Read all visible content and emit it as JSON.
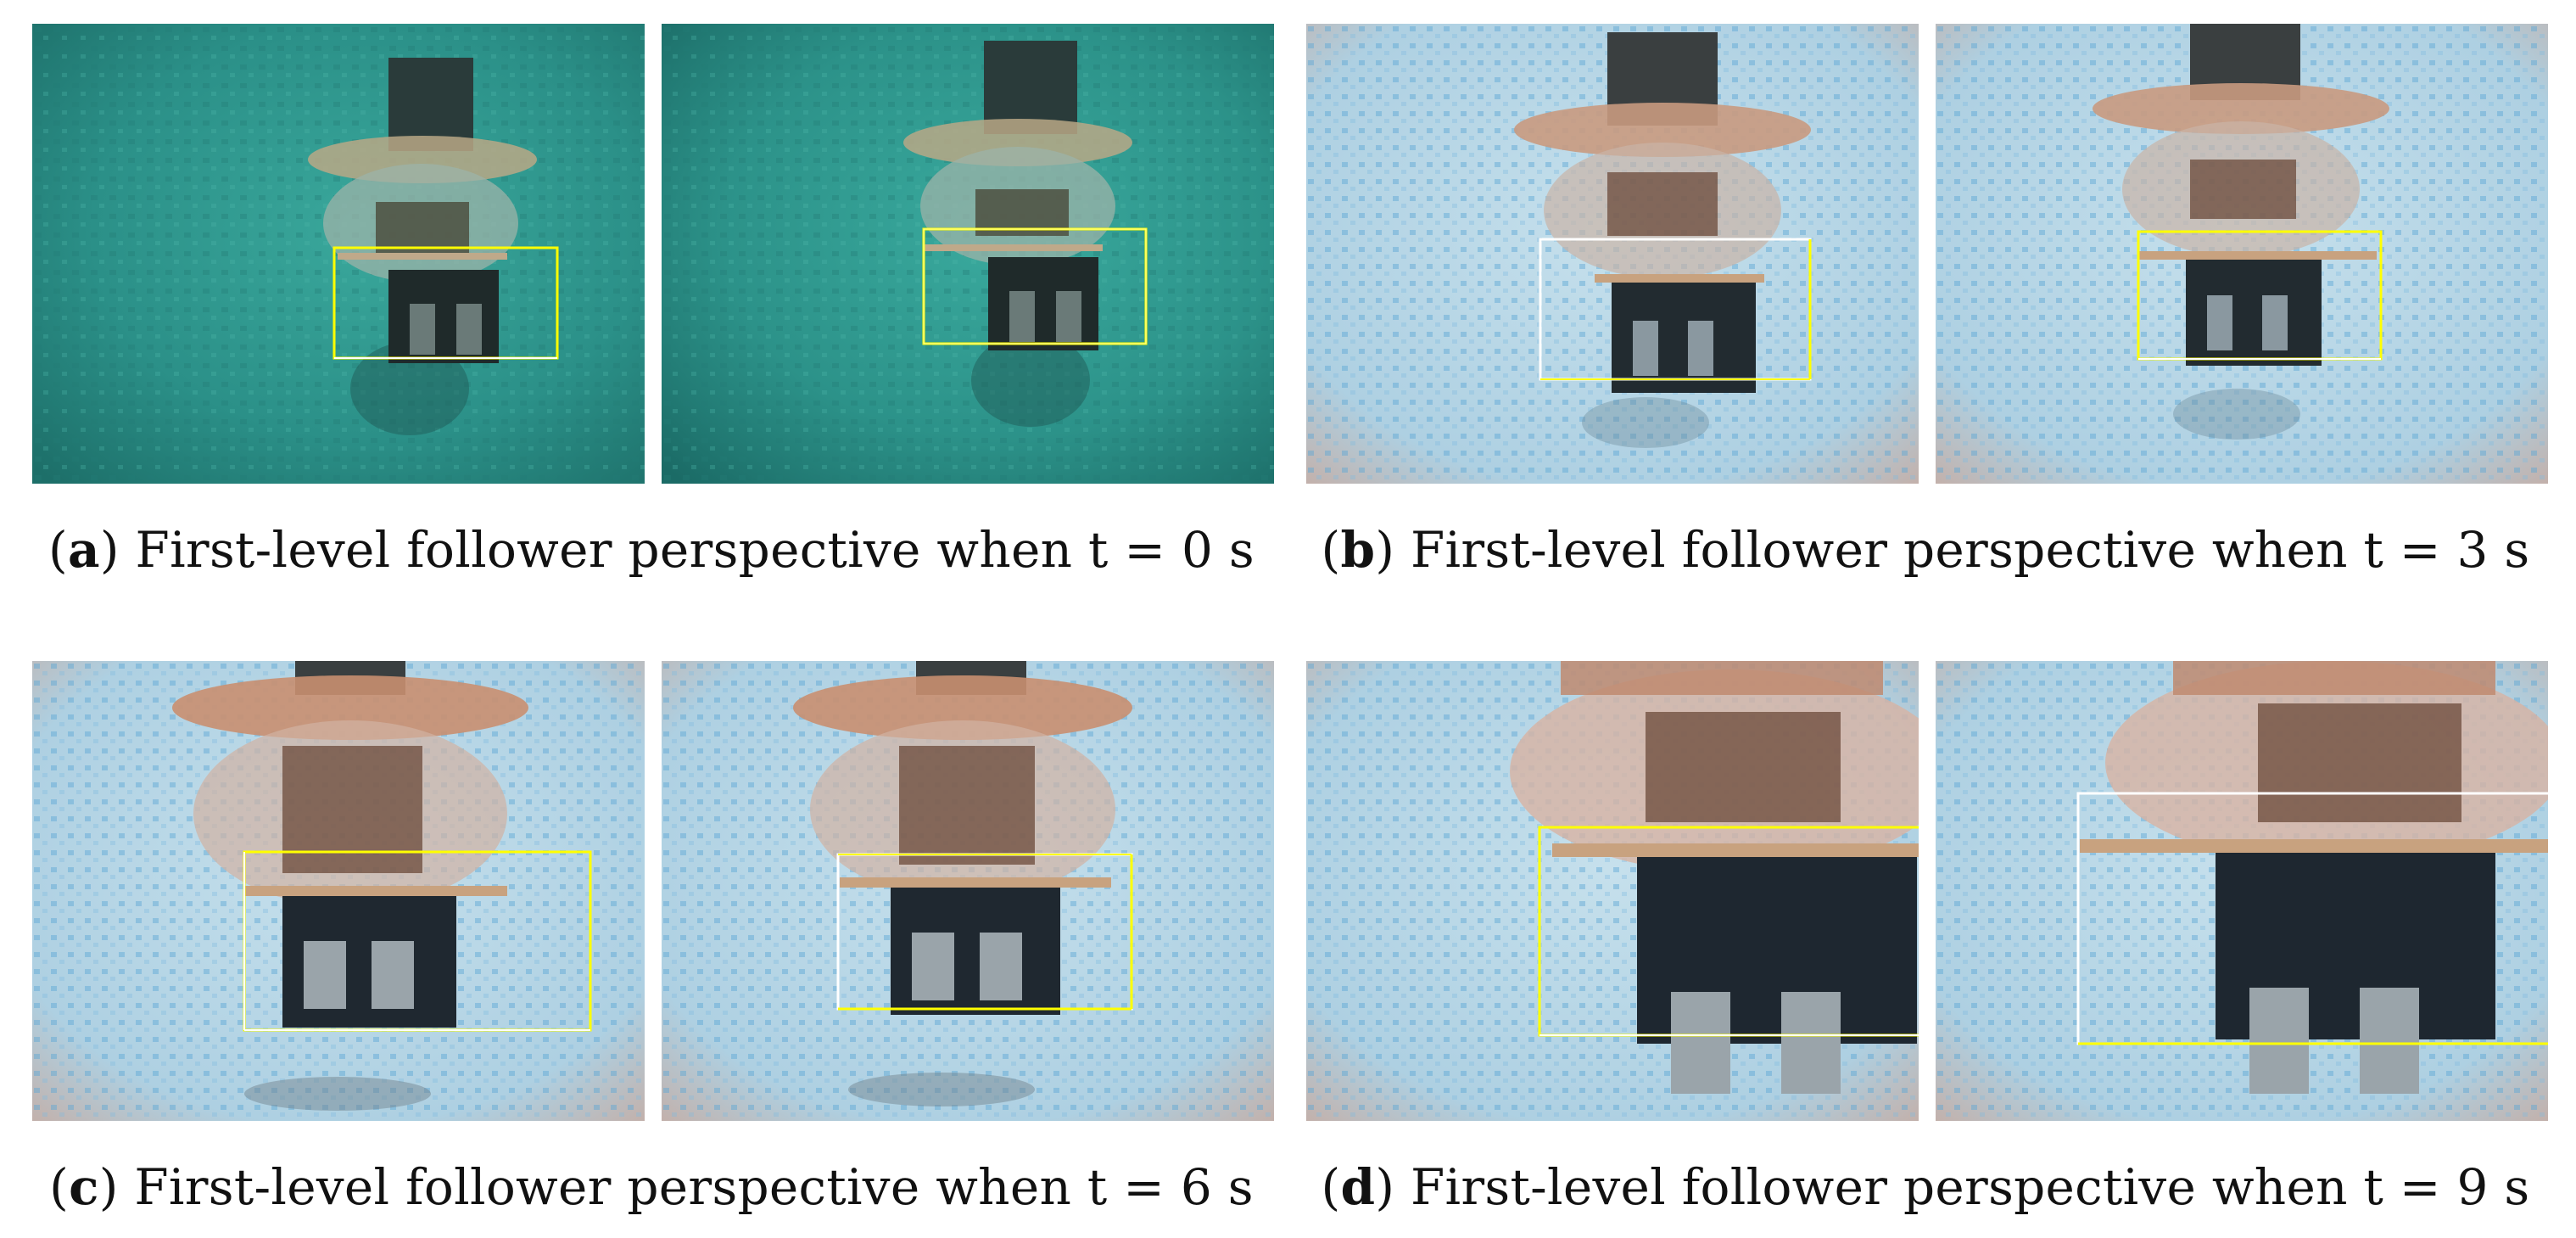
{
  "figure": {
    "panels": [
      {
        "id": "a",
        "label": "a",
        "caption": "First-level follower perspective when t = 0 s",
        "scene": "green"
      },
      {
        "id": "b",
        "label": "b",
        "caption": "First-level follower perspective when t = 3 s",
        "scene": "tile"
      },
      {
        "id": "c",
        "label": "c",
        "caption": "First-level follower perspective when t = 6 s",
        "scene": "tile"
      },
      {
        "id": "d",
        "label": "d",
        "caption": "First-level follower perspective when t = 9 s",
        "scene": "tile"
      }
    ]
  },
  "colors": {
    "box_yellow": "#ffff00",
    "box_white": "#ffffff",
    "green_water": "#2f9a90",
    "tile_water": "#b6d6e6"
  }
}
